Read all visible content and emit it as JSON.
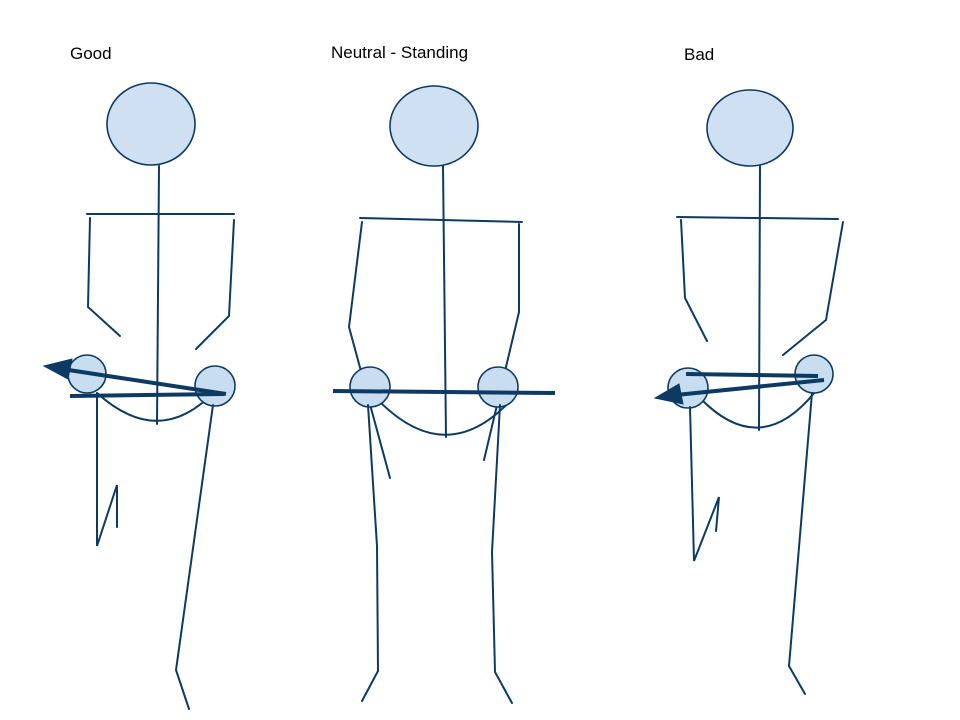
{
  "labels": {
    "good": "Good",
    "neutral": "Neutral - Standing",
    "bad": "Bad"
  },
  "colors": {
    "line": "#0d3a63",
    "fill": "#cfe0f3",
    "background": "#ffffff"
  }
}
